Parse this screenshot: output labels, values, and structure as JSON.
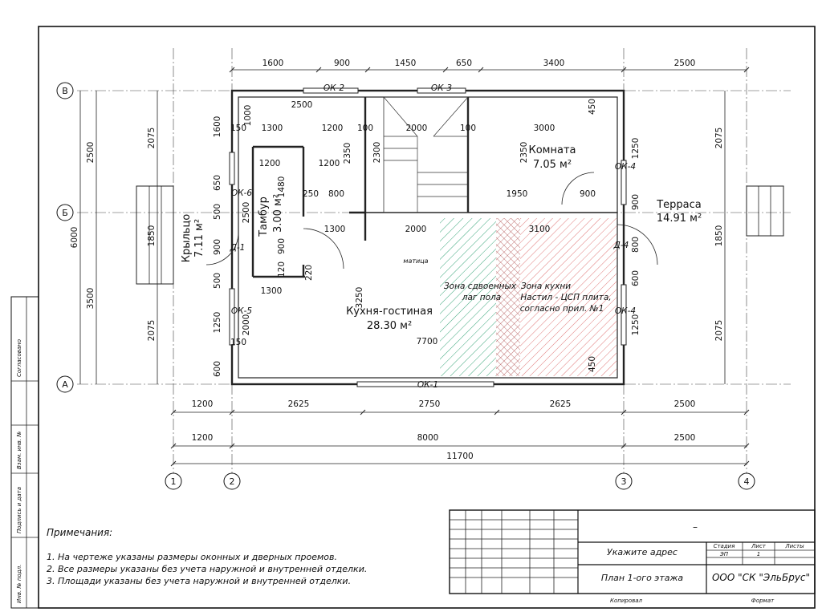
{
  "dims_top": [
    "1600",
    "900",
    "1450",
    "650",
    "3400",
    "2500"
  ],
  "dims_bottom_1": [
    "1200",
    "2625",
    "2750",
    "2625",
    "2500"
  ],
  "dims_bottom_2": [
    "1200",
    "8000",
    "2500"
  ],
  "dim_total_width": "11700",
  "dims_left": [
    "2075",
    "2500",
    "3500",
    "2075",
    "6000"
  ],
  "dims_right": [
    "2075",
    "1850",
    "2075"
  ],
  "axes": {
    "top": "В",
    "middle": "Б",
    "bottom": "А",
    "col1": "1",
    "col2": "2",
    "col3": "3",
    "col4": "4"
  },
  "rooms": {
    "porch_name": "Крыльцо",
    "porch_area": "7.11 м²",
    "vestibule_name": "Тамбур",
    "vestibule_area": "3.00 м²",
    "kitchen_name": "Кухня-гостиная",
    "kitchen_area": "28.30 м²",
    "room_name": "Комната",
    "room_area": "7.05 м²",
    "terrace_name": "Терраса",
    "terrace_area": "14.91 м²"
  },
  "openings": {
    "ok2": "ОК-2",
    "ok3": "ОК-3",
    "ok4a": "ОК-4",
    "ok4b": "ОК-4",
    "ok5": "ОК-5",
    "ok6": "ОК-6",
    "ok1": "ОК-1",
    "d1": "Д-1",
    "d4": "Д-4"
  },
  "zones": {
    "double_lag_1": "Зона сдвоенных",
    "double_lag_2": "лаг пола",
    "kitchen_1": "Зона кухни",
    "kitchen_2": "Настил - ЦСП плита,",
    "kitchen_3": "согласно прил. №1",
    "matitsa": "матица"
  },
  "inner_dims": {
    "d2500": "2500",
    "d1300a": "1300",
    "d1200a": "1200",
    "d2000a": "2000",
    "d3000": "3000",
    "d1200b": "1200",
    "d1200c": "1200",
    "d2350a": "2350",
    "d2300": "2300",
    "d2350b": "2350",
    "d1480": "1480",
    "d250": "250",
    "d800a": "800",
    "d1950": "1950",
    "d900a": "900",
    "d1300b": "1300",
    "d2000b": "2000",
    "d3100": "3100",
    "d3250": "3250",
    "d1300c": "1300",
    "d7700": "7700",
    "d2000c": "2000",
    "d900b": "900",
    "d120": "120",
    "d220": "220",
    "d1250a": "1250",
    "d1250b": "1250",
    "d900c": "900",
    "d800b": "800",
    "d600a": "600",
    "d450a": "450",
    "d450b": "450",
    "d1600": "1600",
    "d1000": "1000",
    "d650": "650",
    "d500a": "500",
    "d900d": "900",
    "d500b": "500",
    "d1250c": "1250",
    "d600b": "600",
    "d2500b": "2500",
    "d150a": "150",
    "d150b": "150",
    "d100a": "100",
    "d100b": "100",
    "d1850a": "1850"
  },
  "notes": {
    "title": "Примечания:",
    "n1": "1. На чертеже указаны размеры оконных и дверных проемов.",
    "n2": "2. Все размеры указаны без учета наружной и внутренней отделки.",
    "n3": "3. Площади указаны без учета наружной и внутренней отделки."
  },
  "stamp": {
    "dash": "–",
    "address": "Укажите адрес",
    "sheet_title": "План 1-ого этажа",
    "company": "ООО \"СК \"ЭльБрус\"",
    "stage_h": "Стадия",
    "sheet_h": "Лист",
    "sheets_h": "Листы",
    "stage_v": "ЭП",
    "sheet_v": "1",
    "copied": "Копировал",
    "format": "Формат"
  },
  "side_labels": {
    "a": "Инв. № подл.",
    "b": "Подпись и дата",
    "c": "Взам. инв. №",
    "d": "Согласовано"
  }
}
